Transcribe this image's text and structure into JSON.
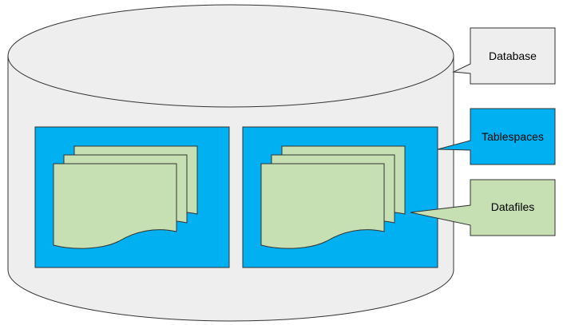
{
  "diagram": {
    "callouts": {
      "database": "Database",
      "tablespaces": "Tablespaces",
      "datafiles": "Datafiles"
    }
  },
  "colors": {
    "cylinder_fill": "#eeeeee",
    "outline": "#333333",
    "tablespace_fill": "#00b0f0",
    "datafile_fill": "#c6e0b4",
    "database_callout_fill": "#eeeeee",
    "tablespace_callout_fill": "#00b0f0",
    "datafile_callout_fill": "#c6e0b4"
  }
}
